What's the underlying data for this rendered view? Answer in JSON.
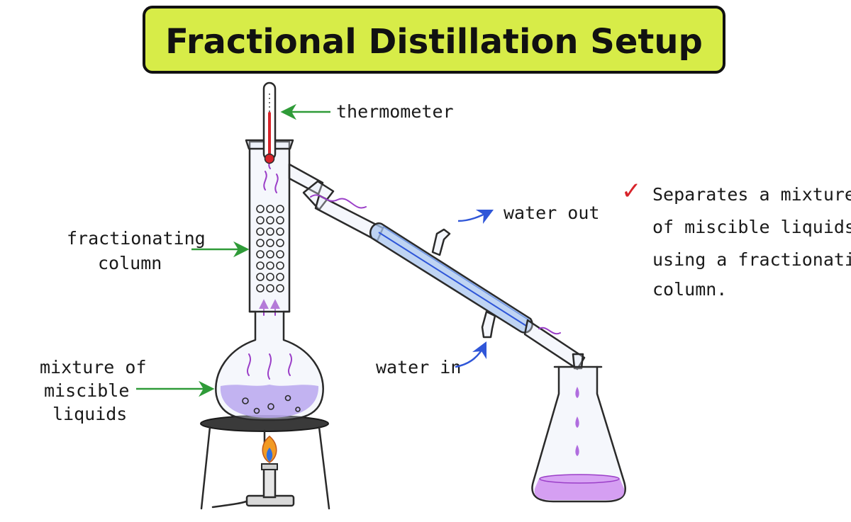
{
  "title": "Fractional Distillation Setup",
  "labels": {
    "thermometer": "thermometer",
    "fractionating_column": [
      "fractionating",
      "column"
    ],
    "mixture": [
      "mixture of",
      "miscible",
      "liquids"
    ],
    "water_out": "water out",
    "water_in": "water in"
  },
  "note": {
    "check_mark": "✓",
    "lines": [
      "Separates a mixture",
      "of miscible liquids",
      "using a fractionating",
      "column."
    ]
  },
  "colors": {
    "title_background": "#d7ec48",
    "green_arrow": "#2f9b38",
    "blue_arrow": "#2f56d8",
    "vapor": "#9b3fc8",
    "liquid": "#b9a7ee",
    "distillate": "#cf8ff0",
    "condenser_water": "#a9c6ef",
    "check_mark": "#d8232a",
    "flame_outer": "#f29a24",
    "flame_inner": "#2f6fe0"
  },
  "icons": [
    "thermometer-icon",
    "flame-icon",
    "check-mark-icon"
  ]
}
